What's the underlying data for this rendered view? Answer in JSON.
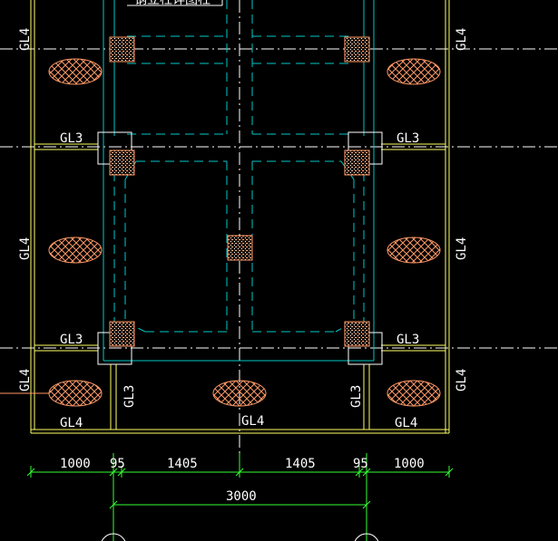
{
  "drawing": {
    "top_label": "钢立柱详图柱",
    "beam_labels": {
      "gl4_left_top": "GL4",
      "gl4_right_top": "GL4",
      "gl3_left_top": "GL3",
      "gl3_right_top": "GL3",
      "gl4_left_mid": "GL4",
      "gl4_right_mid": "GL4",
      "gl3_left_bot": "GL3",
      "gl3_right_bot": "GL3",
      "gl4_left_low": "GL4",
      "gl4_right_low": "GL4",
      "gl3_vert_left": "GL3",
      "gl3_vert_right": "GL3",
      "gl4_bottom_left": "GL4",
      "gl4_bottom_mid": "GL4",
      "gl4_bottom_right": "GL4"
    },
    "dimensions": {
      "d1": "1000",
      "d2": "95",
      "d3": "1405",
      "d4": "1405",
      "d5": "95",
      "d6": "1000",
      "total": "3000"
    },
    "colors": {
      "background": "#000000",
      "wall": "#ffff66",
      "cyan": "#00c8c8",
      "text": "#ffffff",
      "column": "#ff9966",
      "ellipse": "#ff9966",
      "gridline": "#ffffff",
      "dimension": "#33ff33"
    }
  }
}
